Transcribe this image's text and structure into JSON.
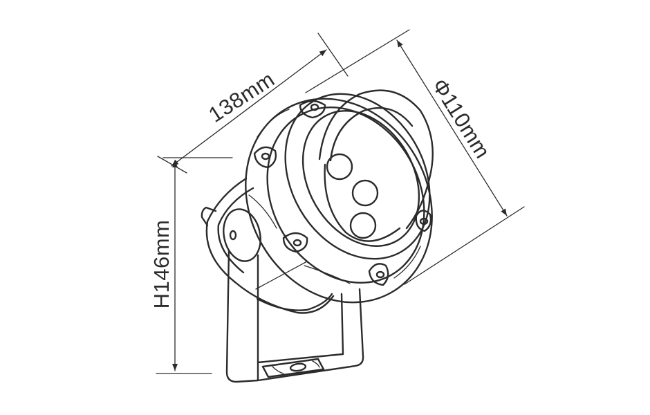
{
  "diagram": {
    "subject": "spotlight-with-mounting-bracket",
    "line_color": "#2b2b2b",
    "background": "#ffffff",
    "dimensions": {
      "length": "138mm",
      "diameter": "Φ110mm",
      "height": "H146mm"
    }
  }
}
